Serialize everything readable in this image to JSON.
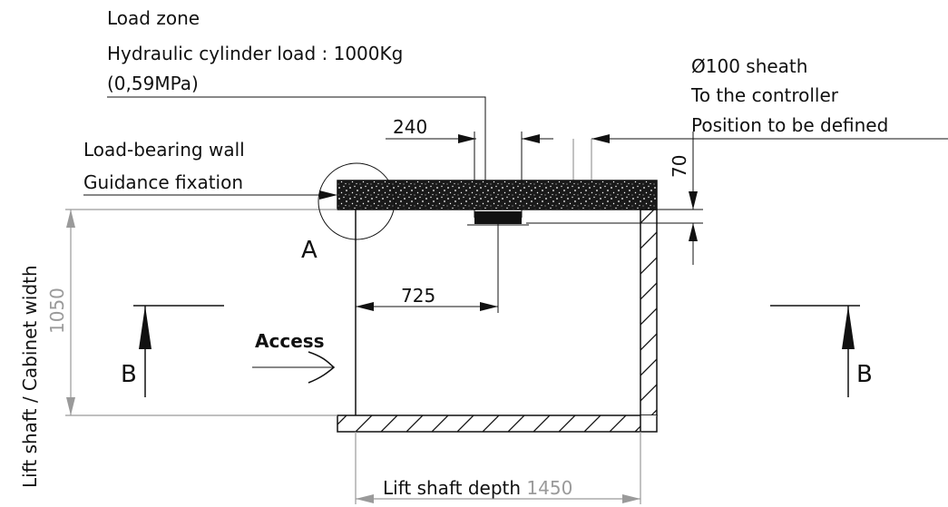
{
  "labels": {
    "load_zone": "Load zone",
    "hydraulic_load": "Hydraulic cylinder load : 1000Kg",
    "pressure": "(0,59MPa)",
    "sheath": "Ø100 sheath",
    "to_controller": "To the controller",
    "position_defined": "Position to be defined",
    "load_bearing_wall": "Load-bearing wall",
    "guidance_fixation": "Guidance fixation",
    "detail_a": "A",
    "access": "Access",
    "section_b_left": "B",
    "section_b_right": "B",
    "vertical_label": "Lift shaft / Cabinet width",
    "depth_label": "Lift shaft depth"
  },
  "dimensions": {
    "dim_240": "240",
    "dim_70": "70",
    "dim_725": "725",
    "dim_1050": "1050",
    "dim_1450": "1450"
  },
  "colors": {
    "line": "#111111",
    "dimension_gray": "#9a9a9a",
    "wall_fill": "#1a1a1a"
  }
}
